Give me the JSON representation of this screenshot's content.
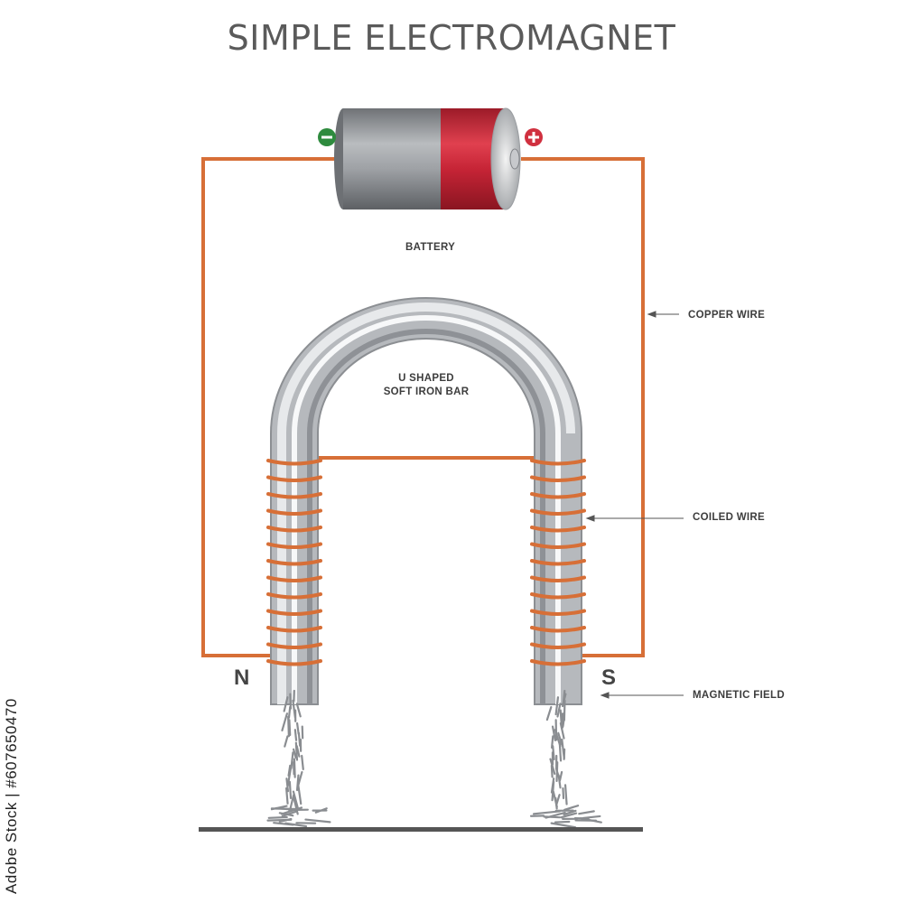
{
  "title": "SIMPLE ELECTROMAGNET",
  "labels": {
    "battery": "BATTERY",
    "copper_wire": "COPPER WIRE",
    "iron_bar_line1": "U SHAPED",
    "iron_bar_line2": "SOFT IRON BAR",
    "coiled_wire": "COILED WIRE",
    "magnetic_field": "MAGNETIC FIELD"
  },
  "poles": {
    "north": "N",
    "south": "S"
  },
  "terminals": {
    "negative": "−",
    "positive": "+"
  },
  "stock_id": "Adobe Stock | #607650470",
  "colors": {
    "wire": "#d76f37",
    "battery_red": "#c62436",
    "battery_gray": "#8f9296",
    "negative_badge": "#2e8b3e",
    "positive_badge": "#d0303f",
    "ground": "#555555"
  }
}
